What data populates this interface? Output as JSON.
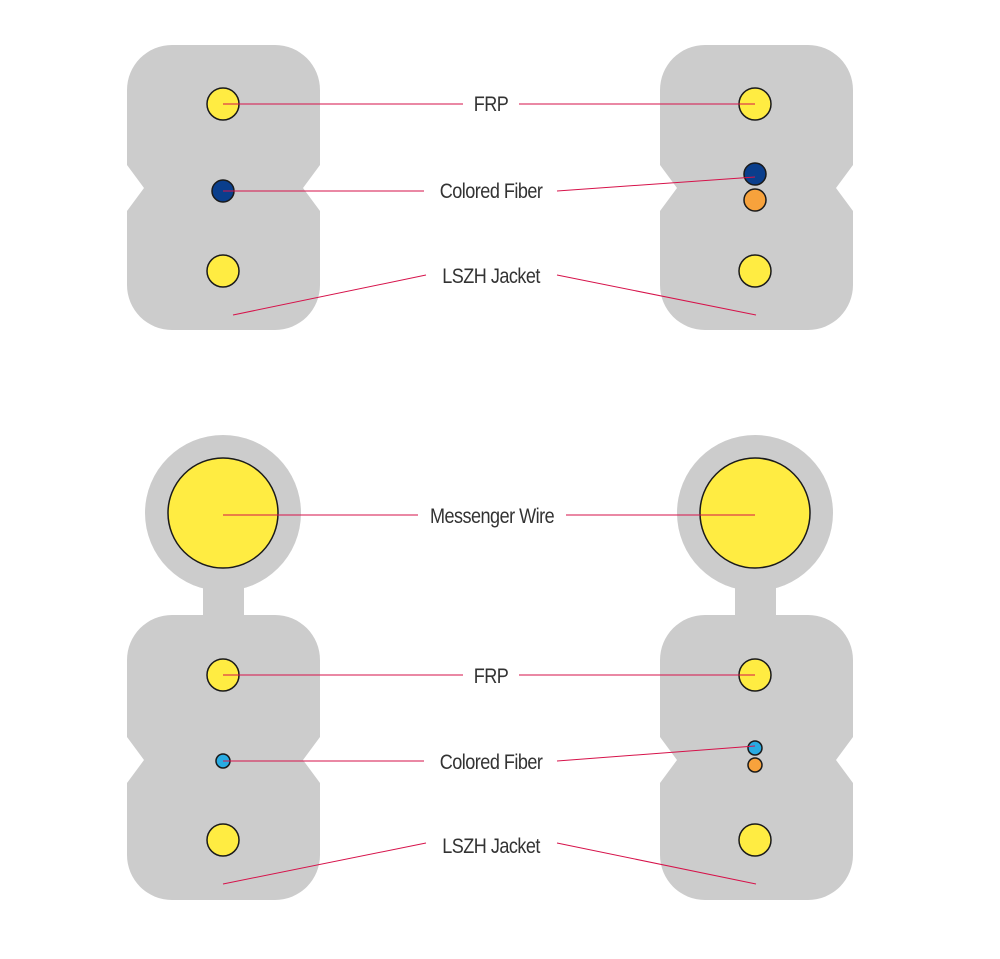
{
  "colors": {
    "jacket": "#cccccc",
    "frp_fill": "#ffec42",
    "fiber_dark_blue": "#0a3e8c",
    "fiber_light_blue": "#29abe2",
    "fiber_orange": "#f7a23c",
    "leader_line": "#d6124a",
    "outline": "#1a1a1a",
    "label_text": "#333333"
  },
  "top_diagram": {
    "frp_label": "FRP",
    "fiber_label": "Colored Fiber",
    "jacket_label": "LSZH Jacket",
    "left_cable_fibers": [
      "dark-blue"
    ],
    "right_cable_fibers": [
      "dark-blue",
      "orange"
    ]
  },
  "bottom_diagram": {
    "messenger_label": "Messenger Wire",
    "frp_label": "FRP",
    "fiber_label": "Colored Fiber",
    "jacket_label": "LSZH Jacket",
    "left_cable_fibers": [
      "light-blue"
    ],
    "right_cable_fibers": [
      "light-blue",
      "orange"
    ]
  }
}
